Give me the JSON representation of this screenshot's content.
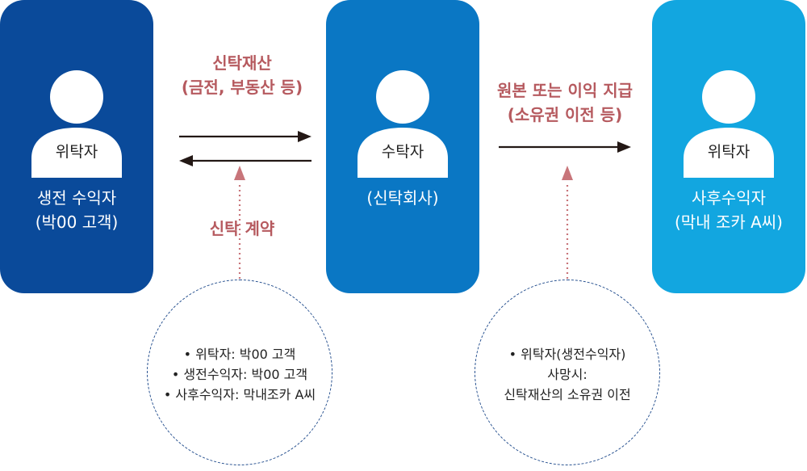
{
  "colors": {
    "card_left": "#0a4a9a",
    "card_middle": "#0a77c4",
    "card_right": "#12a6e0",
    "label": "#b65a5f",
    "arrow": "#231815",
    "dotted_arrow": "#c8757a",
    "dashed_circle": "#26508f"
  },
  "cards": [
    {
      "role": "위탁자",
      "subtitle_line1": "생전 수익자",
      "subtitle_line2": "(박00 고객)",
      "icon": "person-icon"
    },
    {
      "role": "수탁자",
      "subtitle_line1": "(신탁회사)",
      "icon": "person-icon"
    },
    {
      "role": "위탁자",
      "subtitle_line1": "사후수익자",
      "subtitle_line2": "(막내 조카 A씨)",
      "icon": "person-icon"
    }
  ],
  "flow_labels": {
    "left_top_line1": "신탁재산",
    "left_top_line2": "(금전, 부동산 등)",
    "left_bottom": "신탁 계약",
    "right_top_line1": "원본 또는 이익 지급",
    "right_top_line2": "(소유권 이전 등)"
  },
  "circle_left": [
    "• 위탁자: 박00 고객",
    "• 생전수익자: 박00 고객",
    "• 사후수익자: 막내조카 A씨"
  ],
  "circle_right": [
    "• 위탁자(생전수익자)",
    "사망시:",
    "신탁재산의 소유권 이전"
  ]
}
